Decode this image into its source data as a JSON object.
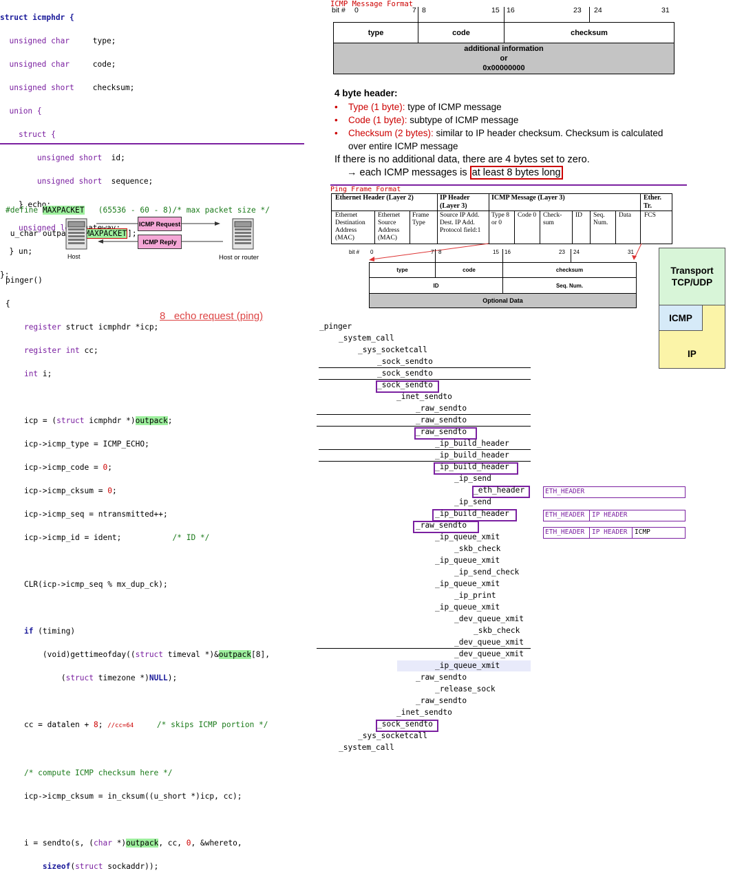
{
  "struct_code": {
    "l1": "struct icmphdr {",
    "l2_type": "unsigned char",
    "l2_name": "type;",
    "l3_type": "unsigned char",
    "l3_name": "code;",
    "l4_type": "unsigned short",
    "l4_name": "checksum;",
    "l5": "union {",
    "l6": "struct {",
    "l7_type": "unsigned short",
    "l7_name": "id;",
    "l8_type": "unsigned short",
    "l8_name": "sequence;",
    "l9": "} echo;",
    "l10_type": "unsigned long",
    "l10_name": "gateway;",
    "l11": "} un;",
    "l12": "};"
  },
  "icmp_format": {
    "title": "ICMP Message Format",
    "bit_label": "bit #",
    "bits": [
      "0",
      "7",
      "8",
      "15",
      "16",
      "23",
      "24",
      "31"
    ],
    "type": "type",
    "code": "code",
    "checksum": "checksum",
    "additional": [
      "additional information",
      "or",
      "0x00000000"
    ]
  },
  "header_notes": {
    "heading": "4 byte header:",
    "bullets": [
      {
        "label": "Type (1 byte):",
        "text": " type of ICMP message"
      },
      {
        "label": "Code (1 byte):",
        "text": " subtype of ICMP message"
      },
      {
        "label": "Checksum (2 bytes):",
        "text": " similar to IP header checksum. Checksum is calculated over entire ICMP message"
      }
    ],
    "no_data": "If there is no additional data, there are 4 bytes set to zero.",
    "arrow_prefix": "→ each ICMP messages is ",
    "boxed": "at least 8 bytes long"
  },
  "ping_frame": {
    "title": "Ping Frame Format",
    "eth_header": "Ethernet Header (Layer 2)",
    "ip_header": "IP Header (Layer 3)",
    "icmp_msg": "ICMP Message (Layer 3)",
    "ether_tr": "Ether. Tr.",
    "eth_dst": "Ethernet Destination Address (MAC)",
    "eth_src": "Ethernet Source Address (MAC)",
    "frame_type": "Frame Type",
    "ip_fields": "Source IP Add. Dest. IP Add. Protocol field:1",
    "f_type": "Type 8 or 0",
    "f_code": "Code 0",
    "f_checksum": "Check-sum",
    "f_id": "ID",
    "f_seq": "Seq. Num.",
    "f_data": "Data",
    "f_fcs": "FCS",
    "bit_label": "bit #",
    "bits": [
      "0",
      "7",
      "8",
      "15",
      "16",
      "23",
      "24",
      "31"
    ],
    "row1": [
      "type",
      "code",
      "checksum"
    ],
    "row2": [
      "ID",
      "Seq. Num."
    ],
    "row3": "Optional Data"
  },
  "stack": {
    "transport": "Transport TCP/UDP",
    "icmp": "ICMP",
    "ip": "IP"
  },
  "ping_code": {
    "define_kw": "#define",
    "define_name": "MAXPACKET",
    "define_rest": "   (65536 - 60 - 8)/* max packet size */",
    "uchar": "u_char outpack ",
    "uchar_box": "MAXPACKET",
    "uchar_end": "];",
    "pinger": "pinger()",
    "brace": "{",
    "reg1_kw": "register",
    "reg1_rest": " struct icmphdr *icp;",
    "reg2_kw": "register int",
    "reg2_rest": " cc;",
    "int_kw": "int",
    "int_rest": " i;",
    "icp_assign_a": "icp = (",
    "icp_assign_kw": "struct",
    "icp_assign_b": " icmphdr *)",
    "icp_assign_hl": "outpack",
    "icp_assign_c": ";",
    "type_line": "icp->icmp_type = ICMP_ECHO;",
    "echo_note": "8   echo request (ping)",
    "code_line_a": "icp->icmp_code = ",
    "code_line_v": "0",
    "code_line_c": ";",
    "cksum_line_a": "icp->icmp_cksum = ",
    "cksum_line_v": "0",
    "cksum_line_c": ";",
    "seq_line": "icp->icmp_seq = ntransmitted++;",
    "id_line": "icp->icmp_id = ident;",
    "id_comment": "/* ID */",
    "clr_line": "CLR(icp->icmp_seq % mx_dup_ck);",
    "if_kw": "if",
    "if_rest": " (timing)",
    "gtod_a": "(void)gettimeofday((",
    "gtod_kw": "struct",
    "gtod_b": " timeval *)&",
    "gtod_hl": "outpack",
    "gtod_c": "[8],",
    "tz_a": "(",
    "tz_kw": "struct",
    "tz_b": " timezone *)",
    "tz_null": "NULL",
    "tz_c": ");",
    "cc_line_a": "cc = datalen + ",
    "cc_line_v": "8",
    "cc_line_c": ";",
    "cc_note": "//cc=64",
    "cc_comment": "/* skips ICMP portion */",
    "compute_comment": "/* compute ICMP checksum here */",
    "cksum_calc": "icp->icmp_cksum = in_cksum((u_short *)icp, cc);",
    "sendto_a": "i = sendto(s, (",
    "sendto_kw": "char",
    "sendto_b": " *)",
    "sendto_hl": "outpack",
    "sendto_c": ", cc, ",
    "sendto_v": "0",
    "sendto_d": ", &whereto,",
    "sizeof_kw": "sizeof",
    "sizeof_a": "(",
    "sizeof_kw2": "struct",
    "sizeof_b": " sockaddr));"
  },
  "diagram": {
    "request": "ICMP Request",
    "reply": "ICMP Reply",
    "host": "Host",
    "router": "Host or router"
  },
  "trace": [
    "_pinger",
    "_system_call",
    "_sys_socketcall",
    "_sock_sendto",
    "_sock_sendto",
    "_sock_sendto",
    "_inet_sendto",
    "_raw_sendto",
    "_raw_sendto",
    "_raw_sendto",
    "_ip_build_header",
    "_ip_build_header",
    "_ip_build_header",
    "_ip_send",
    "_eth_header",
    "_ip_send",
    "_ip_build_header",
    "_raw_sendto",
    "_ip_queue_xmit",
    "_skb_check",
    "_ip_queue_xmit",
    "_ip_send_check",
    "_ip_queue_xmit",
    "_ip_print",
    "_ip_queue_xmit",
    "_dev_queue_xmit",
    "_skb_check",
    "_dev_queue_xmit",
    "_dev_queue_xmit",
    "_ip_queue_xmit",
    "_raw_sendto",
    "_release_sock",
    "_raw_sendto",
    "_inet_sendto",
    "_sock_sendto",
    "_sys_socketcall",
    "_system_call"
  ],
  "eth_boxes": {
    "eth": "ETH_HEADER",
    "ip": "IP HEADER",
    "icmp": "ICMP"
  },
  "colors": {
    "accent": "#7a1fa0",
    "highlight": "#9ef09e",
    "red": "#c00000",
    "transport": "#d8f5d8",
    "icmp": "#d6eaf8",
    "ip": "#fbf4a8"
  }
}
